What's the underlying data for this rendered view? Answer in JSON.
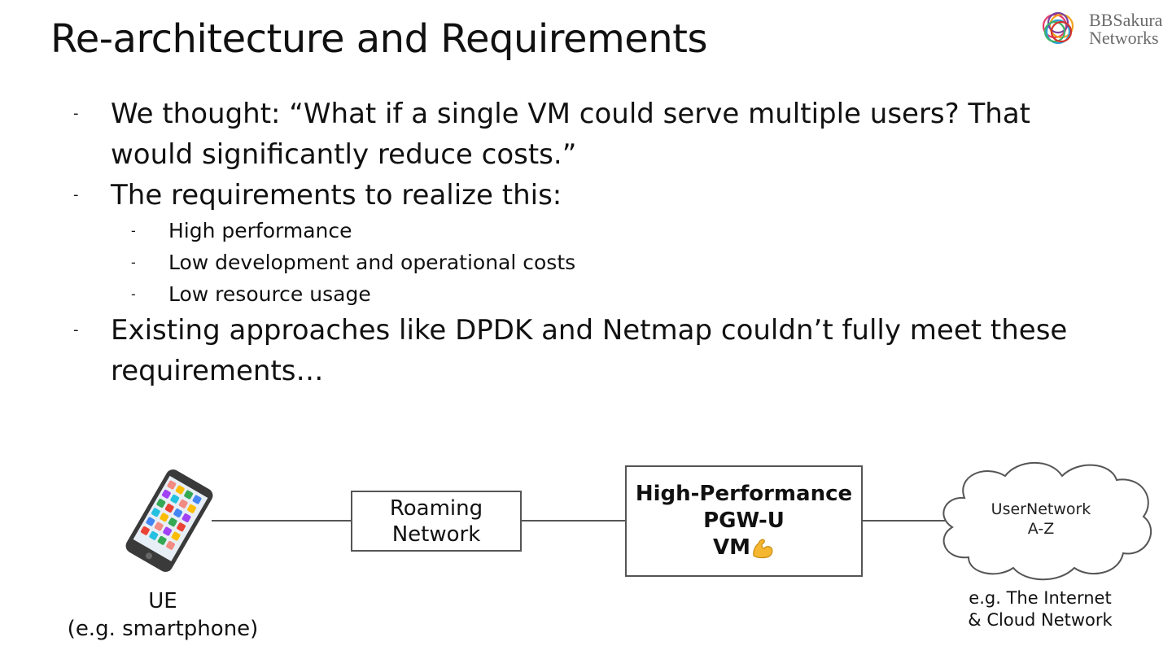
{
  "slide": {
    "title": "Re-architecture and Requirements"
  },
  "logo": {
    "line1": "BBSakura",
    "line2": "Networks"
  },
  "bullets": {
    "dash": "-",
    "b1": "We thought: “What if a single VM could serve multiple users? That would significantly reduce costs.”",
    "b2": "The requirements to realize this:",
    "sub": [
      "High performance",
      "Low development and operational costs",
      "Low resource usage"
    ],
    "b3": "Existing approaches like DPDK and Netmap couldn’t fully meet these requirements…"
  },
  "diagram": {
    "roaming": {
      "line1": "Roaming",
      "line2": "Network"
    },
    "pgw": {
      "line1": "High-Performance",
      "line2": "PGW-U",
      "line3": "VM"
    },
    "pgw_emoji": "flexed-biceps-icon",
    "cloud": {
      "line1": "UserNetwork",
      "line2": "A-Z"
    },
    "ue": {
      "line1": "UE",
      "line2": "(e.g. smartphone)"
    },
    "internet": {
      "line1": "e.g. The Internet",
      "line2": "& Cloud Network"
    }
  },
  "colors": {
    "line": "#555555",
    "logo_text": "#6b6b6b"
  }
}
